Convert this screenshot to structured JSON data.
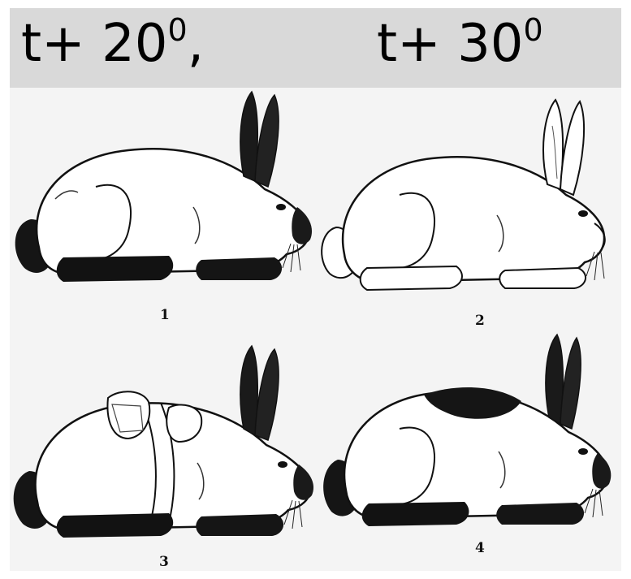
{
  "header": {
    "left_label": "t+ 20",
    "left_sup": "0",
    "left_suffix": ",",
    "right_label": "t+ 30",
    "right_sup": "0"
  },
  "figures": [
    {
      "number": "1",
      "pattern": "dark-ears-nose-feet-tail"
    },
    {
      "number": "2",
      "pattern": "all-white"
    },
    {
      "number": "3",
      "pattern": "dark-ears-nose-feet-tail-with-ice-pack"
    },
    {
      "number": "4",
      "pattern": "dark-ears-nose-feet-tail-back-patch"
    }
  ]
}
